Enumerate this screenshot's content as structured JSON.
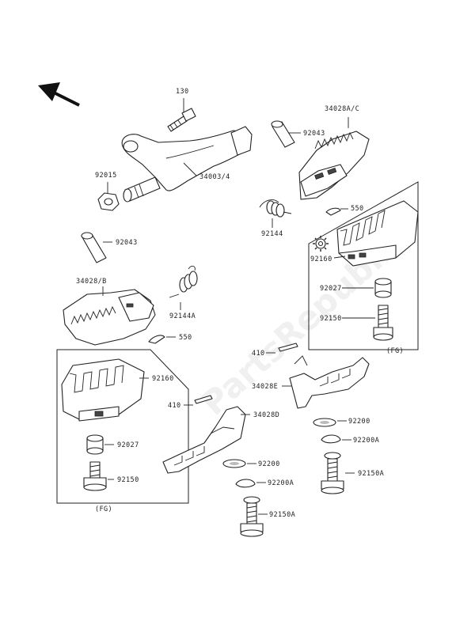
{
  "watermark": "PartsRepublik",
  "labels": {
    "p130": "130",
    "p92015": "92015",
    "p34003": "34003/4",
    "p92043_top": "92043",
    "p34028_top": "34028A/C",
    "p92144": "92144",
    "p550_top": "550",
    "p92043_left": "92043",
    "p34028_left": "34028/B",
    "p92144a": "92144A",
    "p550_left": "550",
    "p92160_right": "92160",
    "p92027_right": "92027",
    "p92150_right": "92150",
    "fg_right": "(FG)",
    "p92160_left": "92160",
    "p92027_left": "92027",
    "p92150_left": "92150",
    "fg_left": "(FG)",
    "p410_right": "410",
    "p34028e": "34028E",
    "p92200_right": "92200",
    "p92200a_right": "92200A",
    "p92150a_right": "92150A",
    "p410_left": "410",
    "p34028d": "34028D",
    "p92200_left": "92200",
    "p92200a_left": "92200A",
    "p92150a_left": "92150A"
  },
  "icons": {
    "direction": "direction-arrow-icon",
    "gear": "gear-icon"
  }
}
